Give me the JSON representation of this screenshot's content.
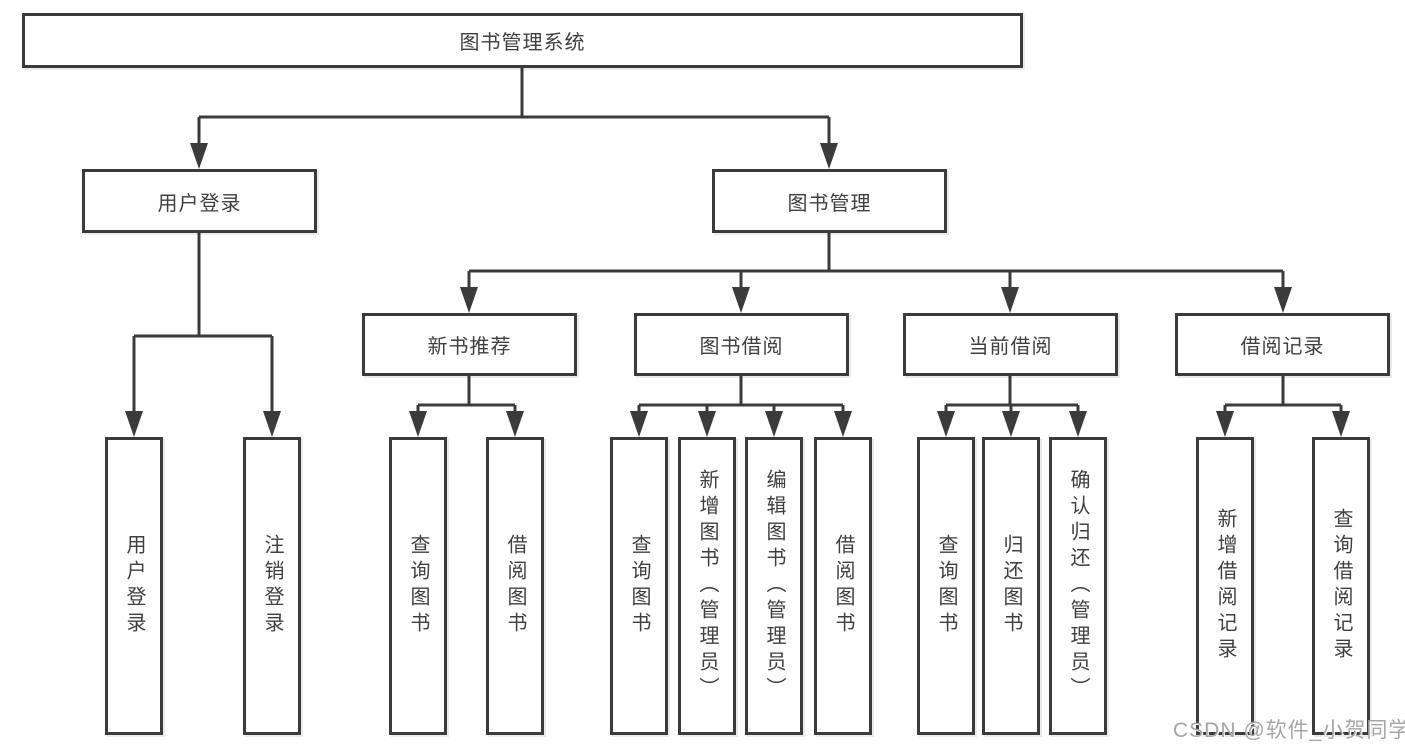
{
  "diagram_type": "hierarchy-tree",
  "colors": {
    "line": "#3b3b3b",
    "text": "#3f3f3f",
    "background": "#ffffff",
    "watermark": "#a6a6a6"
  },
  "tree": {
    "label": "图书管理系统",
    "children": [
      {
        "label": "用户登录",
        "children": [
          {
            "label": "用户登录"
          },
          {
            "label": "注销登录"
          }
        ]
      },
      {
        "label": "图书管理",
        "children": [
          {
            "label": "新书推荐",
            "children": [
              {
                "label": "查询图书"
              },
              {
                "label": "借阅图书"
              }
            ]
          },
          {
            "label": "图书借阅",
            "children": [
              {
                "label": "查询图书"
              },
              {
                "label": "新增图书（管理员）"
              },
              {
                "label": "编辑图书（管理员）"
              },
              {
                "label": "借阅图书"
              }
            ]
          },
          {
            "label": "当前借阅",
            "children": [
              {
                "label": "查询图书"
              },
              {
                "label": "归还图书"
              },
              {
                "label": "确认归还（管理员）"
              }
            ]
          },
          {
            "label": "借阅记录",
            "children": [
              {
                "label": "新增借阅记录"
              },
              {
                "label": "查询借阅记录"
              }
            ]
          }
        ]
      }
    ]
  },
  "watermark": {
    "text": "CSDN @软件_小贺同学"
  }
}
